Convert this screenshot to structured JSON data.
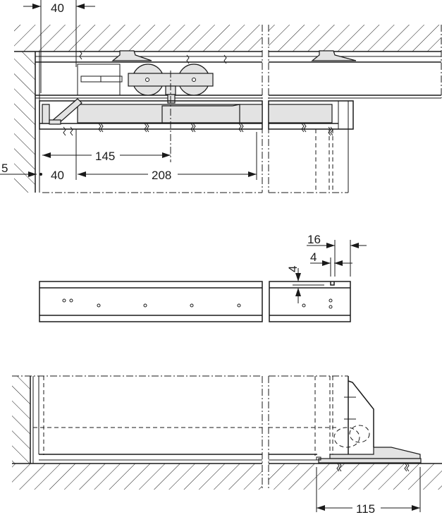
{
  "drawing": {
    "type": "technical-installation-drawing",
    "views": [
      {
        "id": "top-section",
        "label": "Ceiling-mounted sliding door track with roller carriage and damper (section)"
      },
      {
        "id": "rail-elevation",
        "label": "Running track profile with mounting holes and notch"
      },
      {
        "id": "floor-section",
        "label": "Floor guide bracket (section)"
      }
    ]
  },
  "dimensions": {
    "top_40": "40",
    "left_5": "5",
    "left_40": "40",
    "d145": "145",
    "d208": "208",
    "rail_16": "16",
    "rail_4_horizontal": "4",
    "rail_4_vertical": "4",
    "floor_115": "115"
  },
  "colors": {
    "line": "#1a1a1a",
    "component_fill": "#e3e3e3",
    "background": "#ffffff"
  }
}
